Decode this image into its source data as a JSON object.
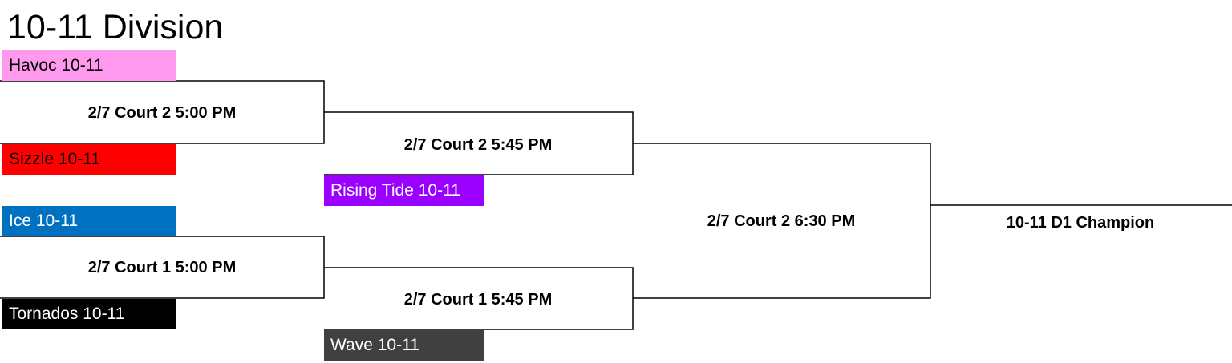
{
  "title": "10-11 Division",
  "teams": {
    "havoc": {
      "name": "Havoc 10-11",
      "bg": "#ff99ee",
      "fg": "#000000"
    },
    "sizzle": {
      "name": "Sizzle 10-11",
      "bg": "#ff0000",
      "fg": "#000000"
    },
    "ice": {
      "name": "Ice 10-11",
      "bg": "#0070c0",
      "fg": "#ffffff"
    },
    "tornados": {
      "name": "Tornados 10-11",
      "bg": "#000000",
      "fg": "#ffffff"
    },
    "rising_tide": {
      "name": "Rising Tide 10-11",
      "bg": "#9900ff",
      "fg": "#ffffff"
    },
    "wave": {
      "name": "Wave 10-11",
      "bg": "#404040",
      "fg": "#ffffff"
    }
  },
  "games": {
    "r1_top": "2/7 Court 2 5:00 PM",
    "r1_bottom": "2/7 Court 1 5:00 PM",
    "r2_top": "2/7 Court 2 5:45 PM",
    "r2_bottom": "2/7 Court 1 5:45 PM",
    "final": "2/7 Court 2 6:30 PM"
  },
  "champion": "10-11 D1 Champion"
}
